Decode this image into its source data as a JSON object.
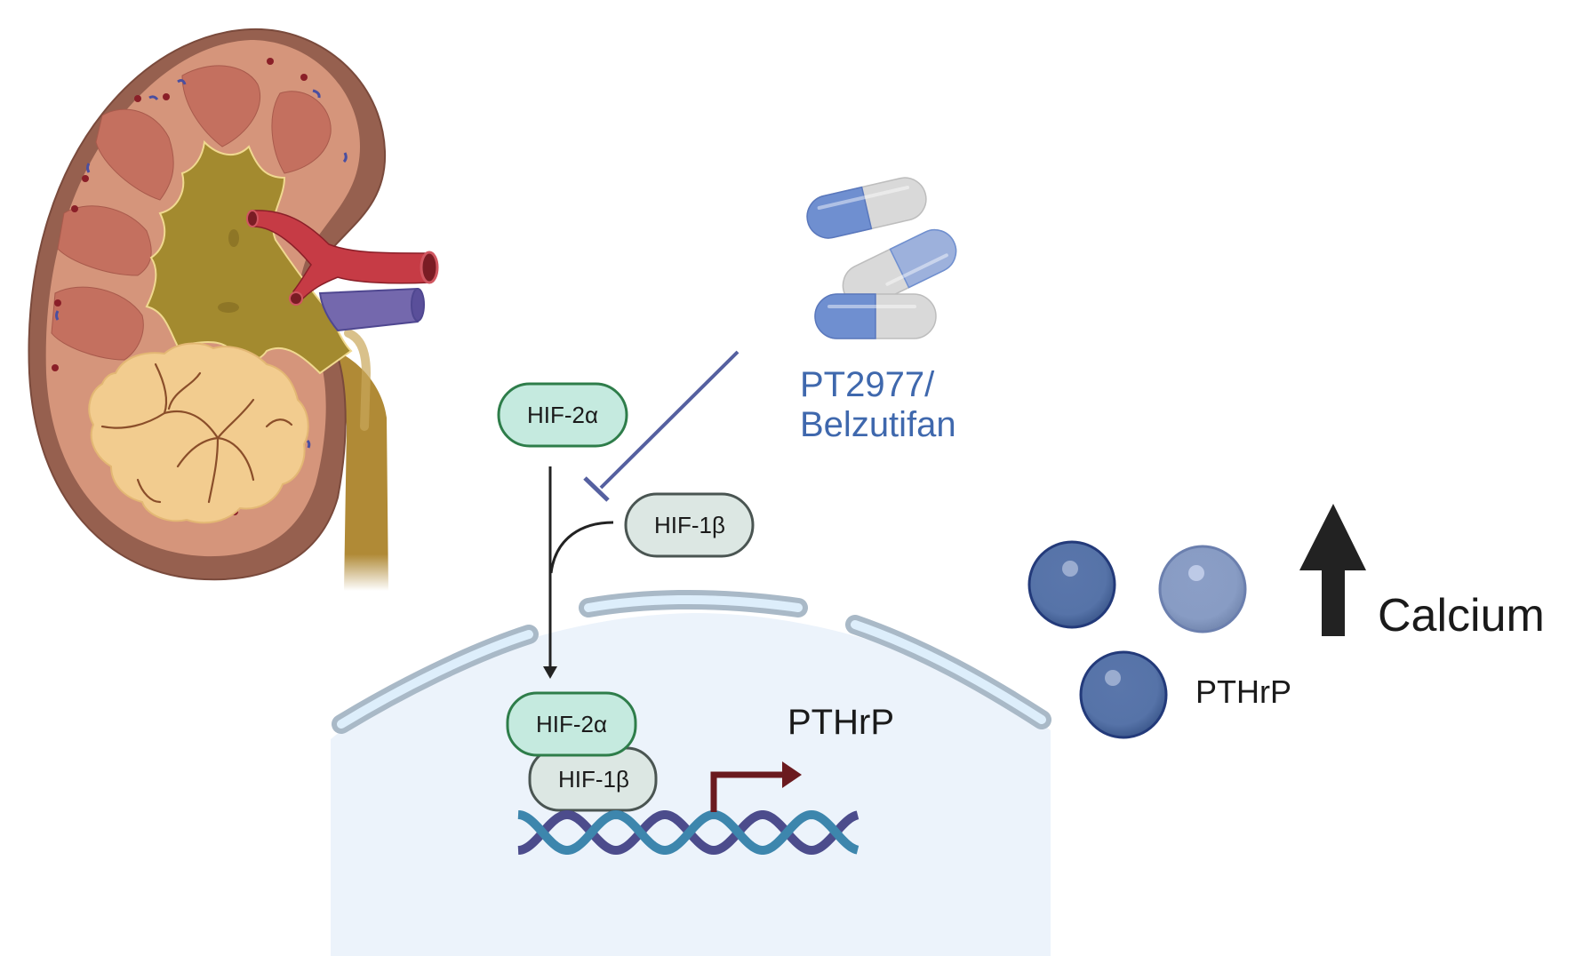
{
  "figure": {
    "kidney": {
      "label": "kidney-with-tumor illustration"
    },
    "drug": {
      "line1": "PT2977/",
      "line2": "Belzutifan",
      "color": "#3f68ad"
    },
    "cytoplasm": {
      "hif2a": "HIF-2α",
      "hif1b": "HIF-1β"
    },
    "nucleus": {
      "hif2a": "HIF-2α",
      "hif1b": "HIF-1β",
      "gene": "PTHrP"
    },
    "secreted": {
      "protein": "PTHrP",
      "effect": "Calcium",
      "effect_direction": "increase"
    },
    "colors": {
      "hif2a_fill": "#c5eadf",
      "hif2a_border": "#2e7d4a",
      "hif1b_fill": "#dce7e3",
      "hif1b_border": "#4a5552",
      "inhibitor": "#5560a0",
      "nucleus_fill": "#ecf3fb",
      "membrane": "#a9b9c7",
      "promoter_arrow": "#6b1a1f",
      "dna_strand_a": "#4c4c8c",
      "dna_strand_b": "#3d86ad"
    }
  }
}
